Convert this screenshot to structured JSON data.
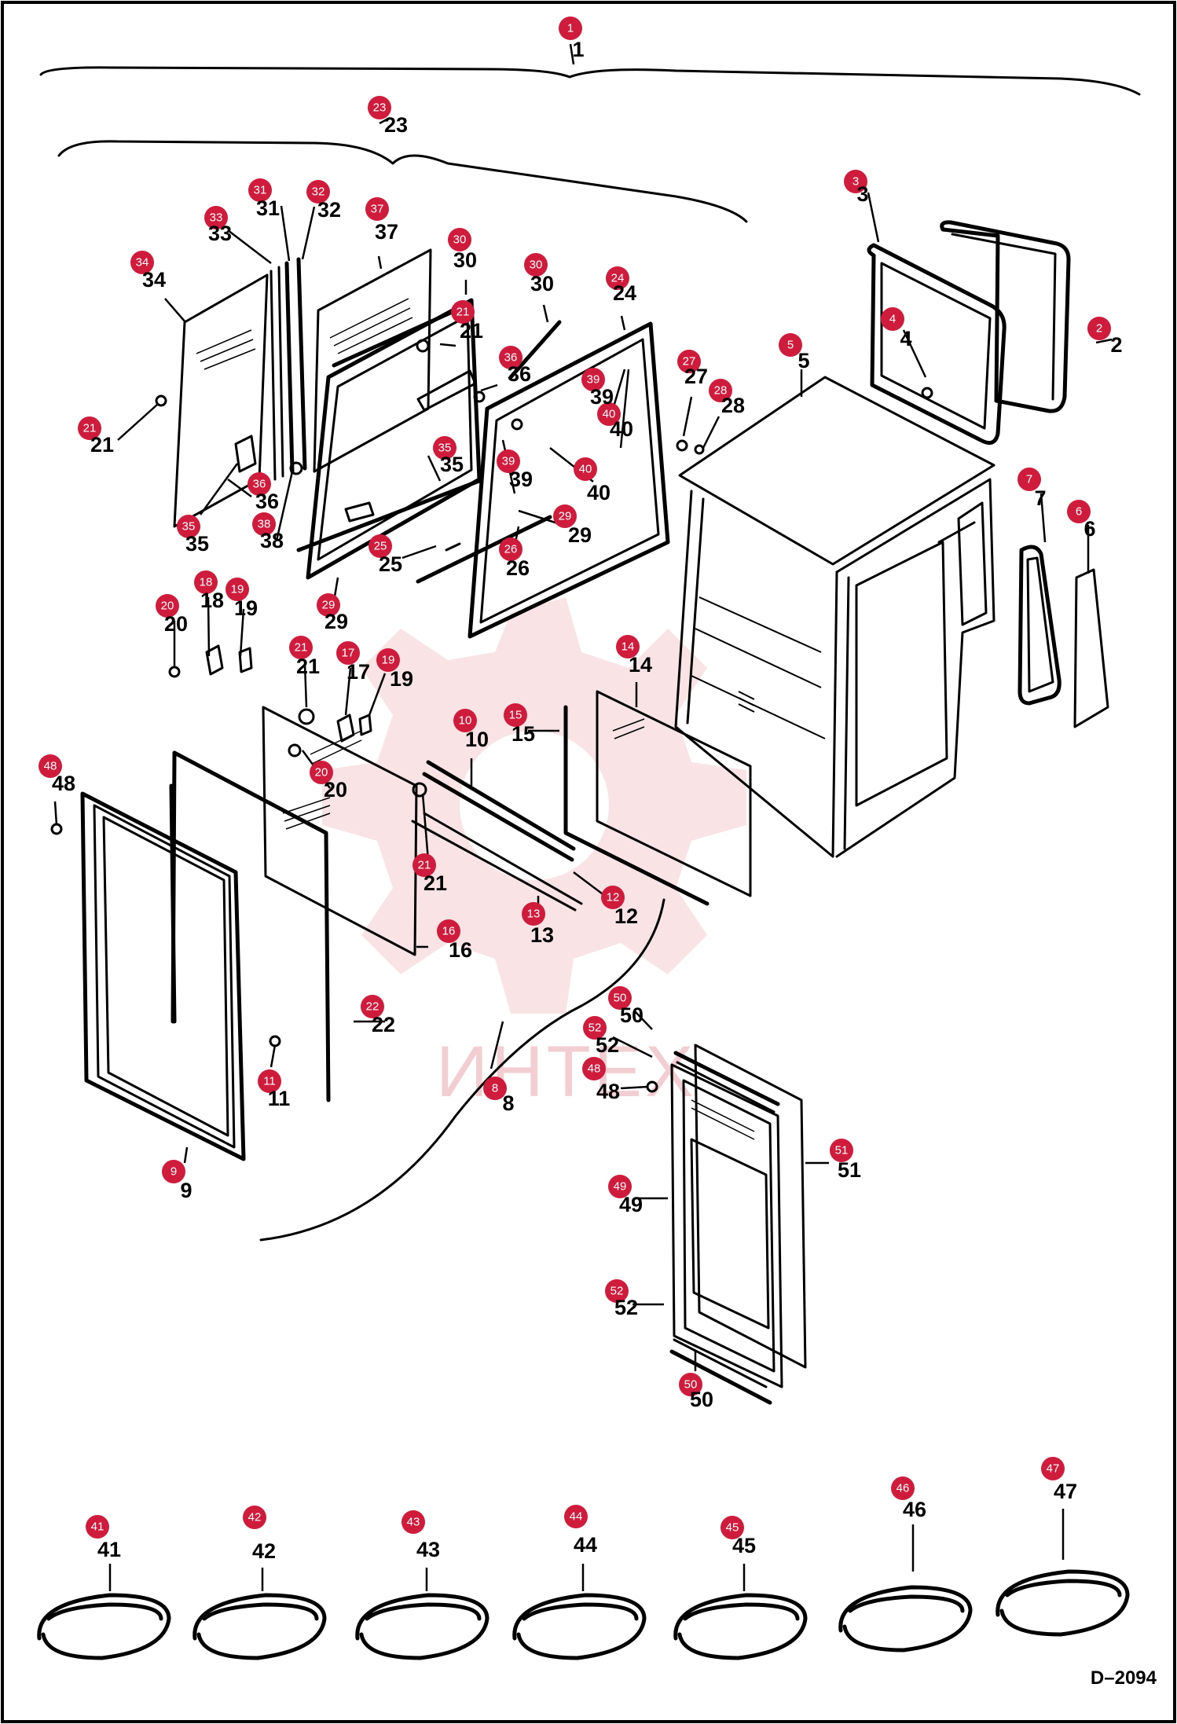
{
  "drawing_code": "D–2094",
  "watermark_text": "ИНТЕХ",
  "callouts": [
    {
      "n": "1"
    },
    {
      "n": "23"
    },
    {
      "n": "3"
    },
    {
      "n": "2"
    },
    {
      "n": "4"
    },
    {
      "n": "5"
    },
    {
      "n": "31"
    },
    {
      "n": "32"
    },
    {
      "n": "33"
    },
    {
      "n": "37"
    },
    {
      "n": "30"
    },
    {
      "n": "30"
    },
    {
      "n": "24"
    },
    {
      "n": "34"
    },
    {
      "n": "21"
    },
    {
      "n": "36"
    },
    {
      "n": "27"
    },
    {
      "n": "28"
    },
    {
      "n": "39"
    },
    {
      "n": "40"
    },
    {
      "n": "21"
    },
    {
      "n": "35"
    },
    {
      "n": "39"
    },
    {
      "n": "40"
    },
    {
      "n": "36"
    },
    {
      "n": "35"
    },
    {
      "n": "38"
    },
    {
      "n": "29"
    },
    {
      "n": "25"
    },
    {
      "n": "26"
    },
    {
      "n": "29"
    },
    {
      "n": "7"
    },
    {
      "n": "6"
    },
    {
      "n": "18"
    },
    {
      "n": "19"
    },
    {
      "n": "20"
    },
    {
      "n": "21"
    },
    {
      "n": "17"
    },
    {
      "n": "19"
    },
    {
      "n": "14"
    },
    {
      "n": "10"
    },
    {
      "n": "15"
    },
    {
      "n": "48"
    },
    {
      "n": "20"
    },
    {
      "n": "21"
    },
    {
      "n": "12"
    },
    {
      "n": "13"
    },
    {
      "n": "16"
    },
    {
      "n": "22"
    },
    {
      "n": "50"
    },
    {
      "n": "52"
    },
    {
      "n": "48"
    },
    {
      "n": "8"
    },
    {
      "n": "11"
    },
    {
      "n": "51"
    },
    {
      "n": "9"
    },
    {
      "n": "49"
    },
    {
      "n": "52"
    },
    {
      "n": "50"
    },
    {
      "n": "41"
    },
    {
      "n": "42"
    },
    {
      "n": "43"
    },
    {
      "n": "44"
    },
    {
      "n": "45"
    },
    {
      "n": "46"
    },
    {
      "n": "47"
    }
  ],
  "part_labels": [
    {
      "n": "1"
    },
    {
      "n": "23"
    },
    {
      "n": "3"
    },
    {
      "n": "2"
    },
    {
      "n": "4"
    },
    {
      "n": "5"
    },
    {
      "n": "31"
    },
    {
      "n": "32"
    },
    {
      "n": "33"
    },
    {
      "n": "37"
    },
    {
      "n": "30"
    },
    {
      "n": "30"
    },
    {
      "n": "24"
    },
    {
      "n": "34"
    },
    {
      "n": "21"
    },
    {
      "n": "36"
    },
    {
      "n": "27"
    },
    {
      "n": "28"
    },
    {
      "n": "39"
    },
    {
      "n": "40"
    },
    {
      "n": "21"
    },
    {
      "n": "35"
    },
    {
      "n": "39"
    },
    {
      "n": "40"
    },
    {
      "n": "36"
    },
    {
      "n": "35"
    },
    {
      "n": "38"
    },
    {
      "n": "29"
    },
    {
      "n": "25"
    },
    {
      "n": "26"
    },
    {
      "n": "29"
    },
    {
      "n": "7"
    },
    {
      "n": "6"
    },
    {
      "n": "18"
    },
    {
      "n": "19"
    },
    {
      "n": "20"
    },
    {
      "n": "21"
    },
    {
      "n": "17"
    },
    {
      "n": "19"
    },
    {
      "n": "14"
    },
    {
      "n": "10"
    },
    {
      "n": "15"
    },
    {
      "n": "48"
    },
    {
      "n": "20"
    },
    {
      "n": "21"
    },
    {
      "n": "12"
    },
    {
      "n": "13"
    },
    {
      "n": "16"
    },
    {
      "n": "22"
    },
    {
      "n": "50"
    },
    {
      "n": "52"
    },
    {
      "n": "48"
    },
    {
      "n": "8"
    },
    {
      "n": "11"
    },
    {
      "n": "51"
    },
    {
      "n": "9"
    },
    {
      "n": "49"
    },
    {
      "n": "52"
    },
    {
      "n": "50"
    },
    {
      "n": "41"
    },
    {
      "n": "42"
    },
    {
      "n": "43"
    },
    {
      "n": "44"
    },
    {
      "n": "45"
    },
    {
      "n": "46"
    },
    {
      "n": "47"
    }
  ],
  "colors": {
    "callout_fill": "#d01c3c",
    "callout_text": "#ffffff",
    "line": "#000000",
    "watermark": "#e9a6ac"
  }
}
